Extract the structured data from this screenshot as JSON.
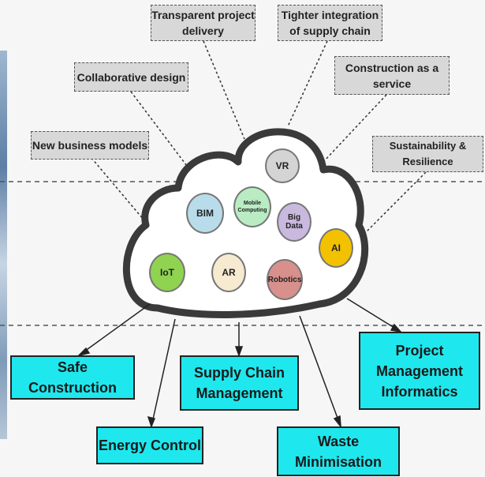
{
  "top_boxes": {
    "transparent": "Transparent project delivery",
    "tighter": "Tighter integration of supply chain",
    "collaborative": "Collaborative design",
    "caas": "Construction as a service",
    "new_business": "New business models",
    "sustainability": "Sustainability & Resilience"
  },
  "technologies": {
    "vr": "VR",
    "bim": "BIM",
    "mobile": "Mobile Computing",
    "bigdata": "Big Data",
    "ai": "AI",
    "iot": "IoT",
    "ar": "AR",
    "robotics": "Robotics"
  },
  "bottom_boxes": {
    "safe": "Safe Construction",
    "supply": "Supply Chain Management",
    "project": "Project Management Informatics",
    "energy": "Energy Control",
    "waste": "Waste Minimisation"
  },
  "colors": {
    "vr": "#d4d4d4",
    "bim": "#b9dcea",
    "mobile": "#b9ecc2",
    "bigdata": "#c9b9de",
    "ai": "#f2c200",
    "iot": "#8fd350",
    "ar": "#f6ead0",
    "robotics": "#d7908c",
    "outcome": "#1ee8ee",
    "driver": "#d8d8d8"
  }
}
